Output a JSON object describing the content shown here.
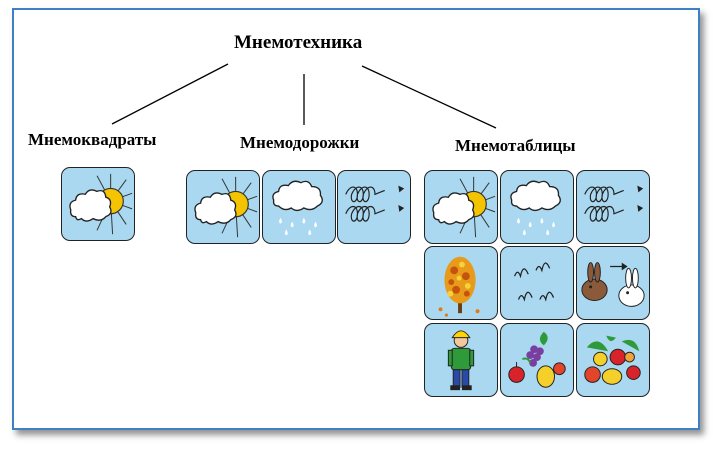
{
  "title": "Мнемотехника",
  "branches": [
    {
      "label": "Мнемоквадраты",
      "tiles": [
        "sun-cloud"
      ]
    },
    {
      "label": "Мнемодорожки",
      "tiles": [
        "sun-cloud",
        "rain-cloud",
        "wind"
      ]
    },
    {
      "label": "Мнемотаблицы",
      "tiles": [
        "sun-cloud",
        "rain-cloud",
        "wind",
        "autumn-tree",
        "flying-birds",
        "hare-color-change",
        "child-dressed",
        "harvest-fruit",
        "vegetables-fruit"
      ]
    }
  ],
  "colors": {
    "tile_bg": "#a9d8f0",
    "frame_border": "#3f7fc6",
    "sun": "#f5c400"
  }
}
